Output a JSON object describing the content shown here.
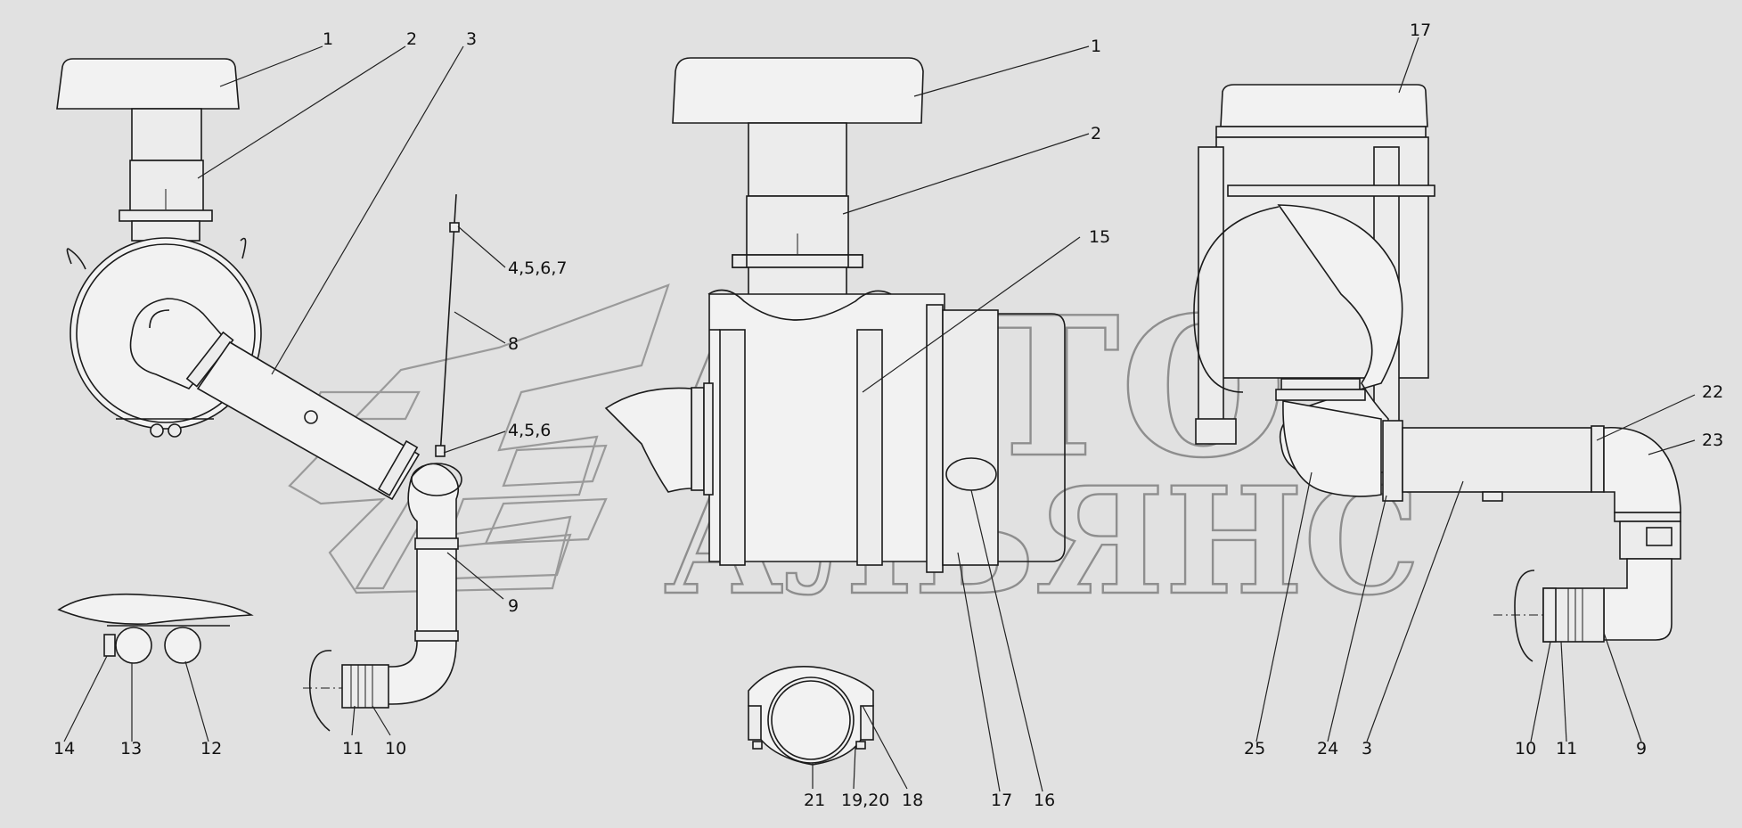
{
  "watermark": {
    "line1": "АВТО",
    "line2": "АЛЬЯНС"
  },
  "labels": {
    "left": {
      "1": "1",
      "2": "2",
      "3": "3",
      "4567": "4,5,6,7",
      "8": "8",
      "456": "4,5,6",
      "9": "9",
      "10": "10",
      "11": "11",
      "12": "12",
      "13": "13",
      "14": "14"
    },
    "center": {
      "1": "1",
      "2": "2",
      "15": "15",
      "16": "16",
      "17": "17",
      "18": "18",
      "1920": "19,20",
      "21": "21"
    },
    "right": {
      "17": "17",
      "22": "22",
      "23": "23",
      "25": "25",
      "24": "24",
      "3": "3",
      "10": "10",
      "11": "11",
      "9": "9"
    }
  }
}
